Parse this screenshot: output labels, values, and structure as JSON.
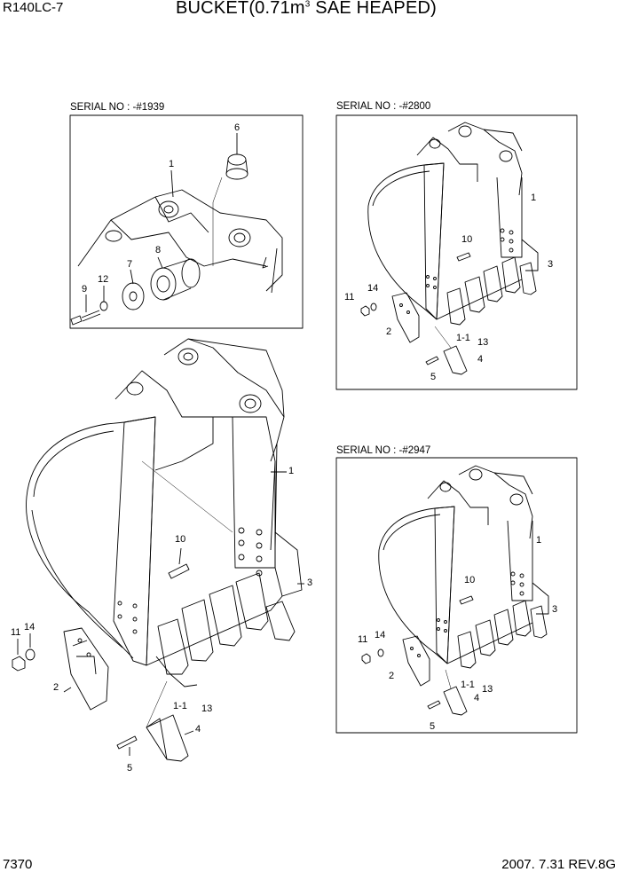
{
  "header": {
    "model": "R140LC-7",
    "title_main": "BUCKET(0.71m",
    "title_sup": "3",
    "title_rest": " SAE HEAPED)"
  },
  "footer": {
    "page": "7370",
    "date_rev": "2007. 7.31  REV.8G"
  },
  "panels": {
    "top_left": {
      "serial": "SERIAL NO : -#1939"
    },
    "top_right": {
      "serial": "SERIAL NO : -#2800"
    },
    "bottom_right": {
      "serial": "SERIAL NO : -#2947"
    }
  },
  "callouts": {
    "tl": [
      "6",
      "1",
      "8",
      "7",
      "12",
      "9"
    ],
    "main": [
      "1",
      "10",
      "3",
      "14",
      "11",
      "2",
      "1-1",
      "13",
      "4",
      "5"
    ],
    "tr": [
      "1",
      "10",
      "3",
      "14",
      "11",
      "2",
      "1-1",
      "13",
      "4",
      "5"
    ],
    "br": [
      "1",
      "10",
      "3",
      "14",
      "11",
      "2",
      "1-1",
      "13",
      "4",
      "5"
    ]
  },
  "line_color": "#000000"
}
